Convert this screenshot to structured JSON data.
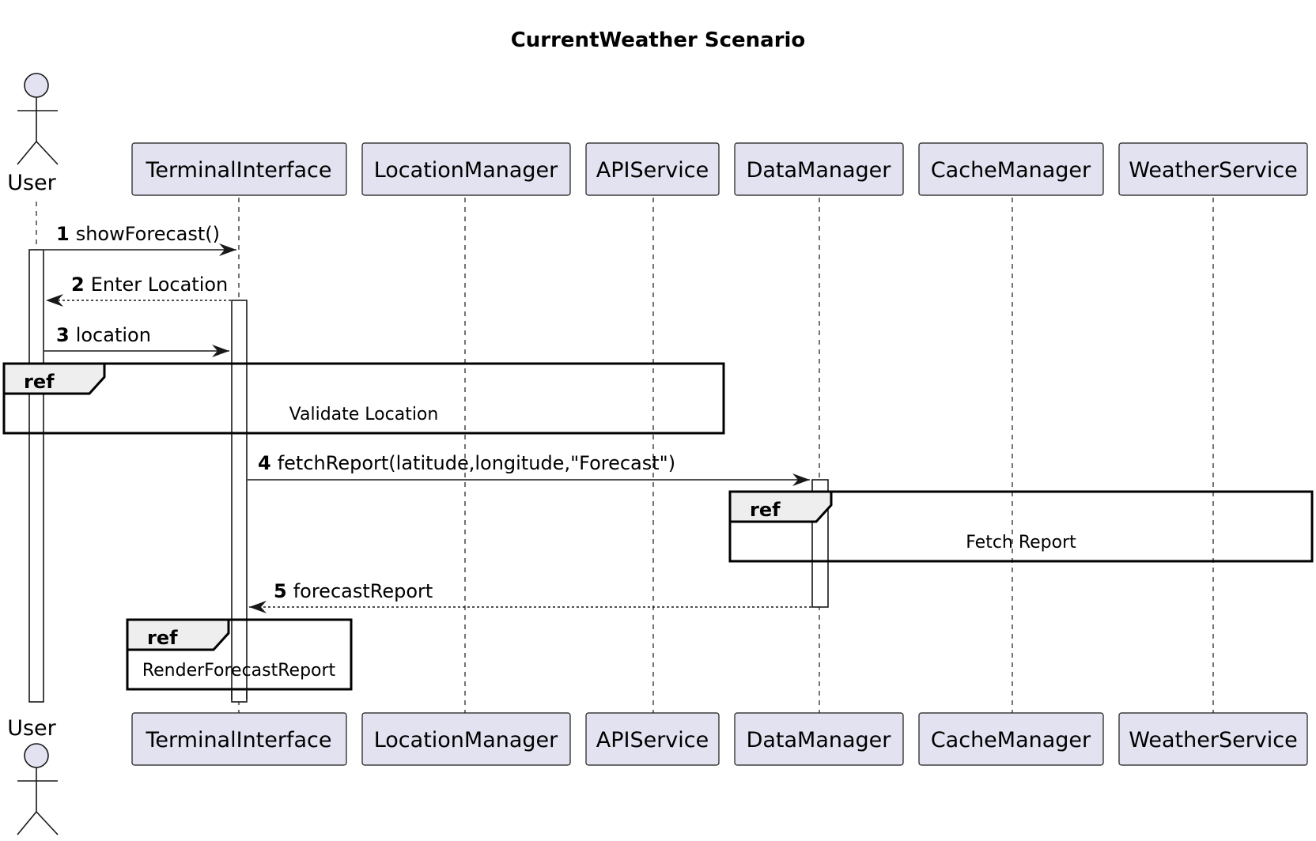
{
  "title": "CurrentWeather Scenario",
  "participants": [
    {
      "id": "user",
      "name": "User",
      "kind": "actor"
    },
    {
      "id": "terminal",
      "name": "TerminalInterface",
      "kind": "participant"
    },
    {
      "id": "location",
      "name": "LocationManager",
      "kind": "participant"
    },
    {
      "id": "api",
      "name": "APIService",
      "kind": "participant"
    },
    {
      "id": "data",
      "name": "DataManager",
      "kind": "participant"
    },
    {
      "id": "cache",
      "name": "CacheManager",
      "kind": "participant"
    },
    {
      "id": "weather",
      "name": "WeatherService",
      "kind": "participant"
    }
  ],
  "messages": [
    {
      "number": "1",
      "text": "showForecast()",
      "from": "user",
      "to": "terminal",
      "style": "solid"
    },
    {
      "number": "2",
      "text": "Enter Location",
      "from": "terminal",
      "to": "user",
      "style": "dotted"
    },
    {
      "number": "3",
      "text": "location",
      "from": "user",
      "to": "terminal",
      "style": "solid"
    },
    {
      "number": "4",
      "text": "fetchReport(latitude,longitude,\"Forecast\")",
      "from": "terminal",
      "to": "data",
      "style": "solid"
    },
    {
      "number": "5",
      "text": "forecastReport",
      "from": "data",
      "to": "terminal",
      "style": "dotted"
    }
  ],
  "refs": [
    {
      "label": "ref",
      "text": "Validate Location"
    },
    {
      "label": "ref",
      "text": "Fetch Report"
    },
    {
      "label": "ref",
      "text": "RenderForecastReport"
    }
  ]
}
